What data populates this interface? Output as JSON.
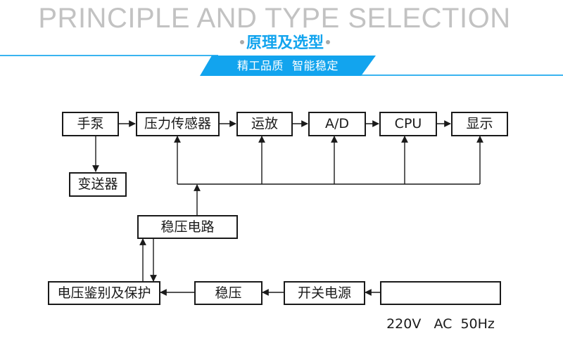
{
  "header": {
    "title_en": "PRINCIPLE AND TYPE SELECTION",
    "title_cn": "原理及选型",
    "banner_left": "精工品质",
    "banner_right": "智能稳定"
  },
  "colors": {
    "accent_blue": "#12a4ee",
    "title_gray": "#c2c2c2",
    "line": "#1a1a1a"
  },
  "diagram": {
    "nodes": {
      "hand_pump": "手泵",
      "pressure_sensor": "压力传感器",
      "op_amp": "运放",
      "ad": "A/D",
      "cpu": "CPU",
      "display": "显示",
      "transmitter": "变送器",
      "regulator_circuit": "稳压电路",
      "voltage_protection": "电压鉴别及保护",
      "regulator": "稳压",
      "switch_power": "开关电源",
      "mains": "220V   AC  50Hz"
    },
    "edges": [
      {
        "from": "hand_pump",
        "to": "pressure_sensor"
      },
      {
        "from": "pressure_sensor",
        "to": "op_amp"
      },
      {
        "from": "op_amp",
        "to": "ad"
      },
      {
        "from": "ad",
        "to": "cpu"
      },
      {
        "from": "cpu",
        "to": "display"
      },
      {
        "from": "hand_pump",
        "to": "transmitter"
      },
      {
        "from": "regulator_circuit",
        "to": "pressure_sensor"
      },
      {
        "from": "regulator_circuit",
        "to": "op_amp"
      },
      {
        "from": "regulator_circuit",
        "to": "ad"
      },
      {
        "from": "regulator_circuit",
        "to": "cpu"
      },
      {
        "from": "regulator_circuit",
        "to": "display"
      },
      {
        "from": "voltage_protection",
        "to": "regulator_circuit"
      },
      {
        "from": "regulator_circuit",
        "to": "voltage_protection"
      },
      {
        "from": "regulator",
        "to": "voltage_protection"
      },
      {
        "from": "switch_power",
        "to": "regulator"
      },
      {
        "from": "mains",
        "to": "switch_power"
      }
    ]
  }
}
